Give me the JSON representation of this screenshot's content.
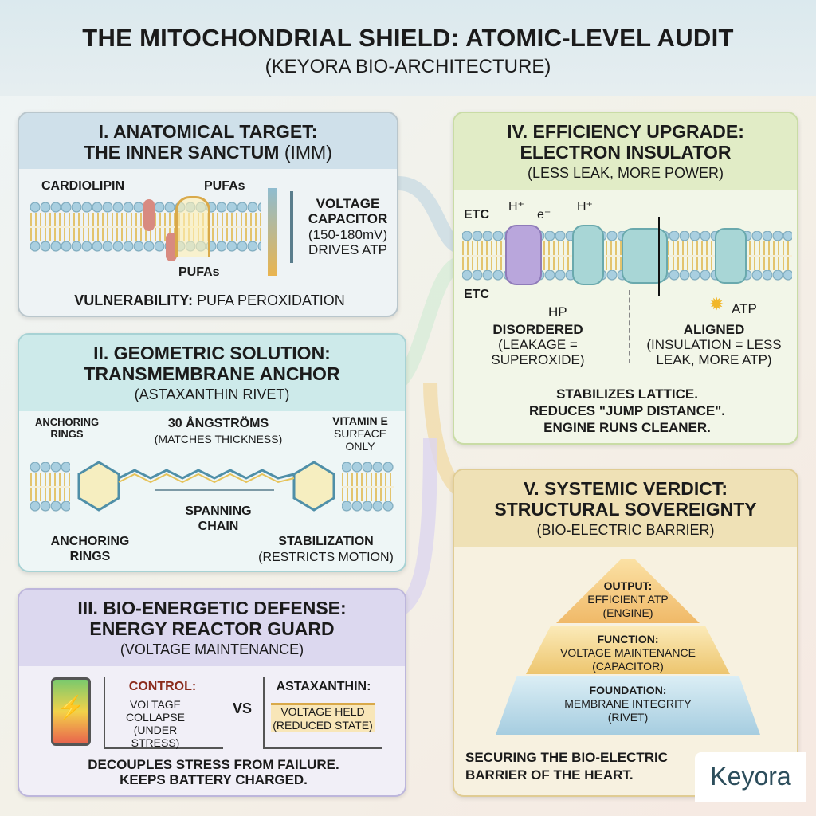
{
  "header": {
    "title": "THE MITOCHONDRIAL SHIELD: ATOMIC-LEVEL AUDIT",
    "subtitle": "(KEYORA BIO-ARCHITECTURE)"
  },
  "panel1": {
    "title_a": "I. ANATOMICAL TARGET:",
    "title_b": "THE INNER SANCTUM",
    "title_c": "(IMM)",
    "cardiolipin": "CARDIOLIPIN",
    "pufas_top": "PUFAs",
    "pufas_bottom": "PUFAs",
    "voltage_a": "VOLTAGE",
    "voltage_b": "CAPACITOR",
    "voltage_c": "(150-180mV)",
    "voltage_d": "DRIVES ATP",
    "vuln_label": "VULNERABILITY:",
    "vuln_text": "PUFA PEROXIDATION"
  },
  "panel2": {
    "title_a": "II. GEOMETRIC SOLUTION:",
    "title_b": "TRANSMEMBRANE ANCHOR",
    "subtitle": "(ASTAXANTHIN RIVET)",
    "anchoring_top": "ANCHORING RINGS",
    "length": "30 ÅNGSTRÖMS",
    "length_sub": "(MATCHES THICKNESS)",
    "vitamin_e": "VITAMIN E",
    "vitamin_e_sub": "SURFACE ONLY",
    "spanning": "SPANNING CHAIN",
    "anchoring_bottom": "ANCHORING RINGS",
    "stabilization": "STABILIZATION",
    "stabilization_sub": "(RESTRICTS MOTION)"
  },
  "panel3": {
    "title_a": "III. BIO-ENERGETIC DEFENSE:",
    "title_b": "ENERGY REACTOR GUARD",
    "subtitle": "(VOLTAGE MAINTENANCE)",
    "control": "CONTROL:",
    "control_text": "VOLTAGE COLLAPSE (UNDER STRESS)",
    "vs": "VS",
    "astaxanthin": "ASTAXANTHIN:",
    "astaxanthin_text": "VOLTAGE HELD (REDUCED STATE)",
    "footer_a": "DECOUPLES STRESS FROM FAILURE.",
    "footer_b": "KEEPS BATTERY CHARGED."
  },
  "panel4": {
    "title_a": "IV. EFFICIENCY UPGRADE:",
    "title_b": "ELECTRON INSULATOR",
    "subtitle": "(LESS LEAK, MORE POWER)",
    "etc_top": "ETC",
    "etc_bottom": "ETC",
    "h_plus_1": "H⁺",
    "e_minus": "e⁻",
    "h_plus_2": "H⁺",
    "hp": "HP",
    "atp": "ATP",
    "disordered": "DISORDERED",
    "disordered_sub": "(LEAKAGE = SUPEROXIDE)",
    "aligned": "ALIGNED",
    "aligned_sub": "(INSULATION = LESS LEAK, MORE ATP)",
    "footer_a": "STABILIZES LATTICE.",
    "footer_b": "REDUCES \"JUMP DISTANCE\".",
    "footer_c": "ENGINE RUNS CLEANER."
  },
  "panel5": {
    "title_a": "V. SYSTEMIC VERDICT:",
    "title_b": "STRUCTURAL SOVEREIGNTY",
    "subtitle": "(BIO-ELECTRIC BARRIER)",
    "pyramid": [
      {
        "label": "OUTPUT:",
        "text": "EFFICIENT ATP",
        "sub": "(ENGINE)"
      },
      {
        "label": "FUNCTION:",
        "text": "VOLTAGE MAINTENANCE",
        "sub": "(CAPACITOR)"
      },
      {
        "label": "FOUNDATION:",
        "text": "MEMBRANE INTEGRITY",
        "sub": "(RIVET)"
      }
    ],
    "footer_a": "SECURING THE BIO-ELECTRIC",
    "footer_b": "BARRIER OF THE HEART."
  },
  "brand": {
    "logo": "Keyora"
  }
}
